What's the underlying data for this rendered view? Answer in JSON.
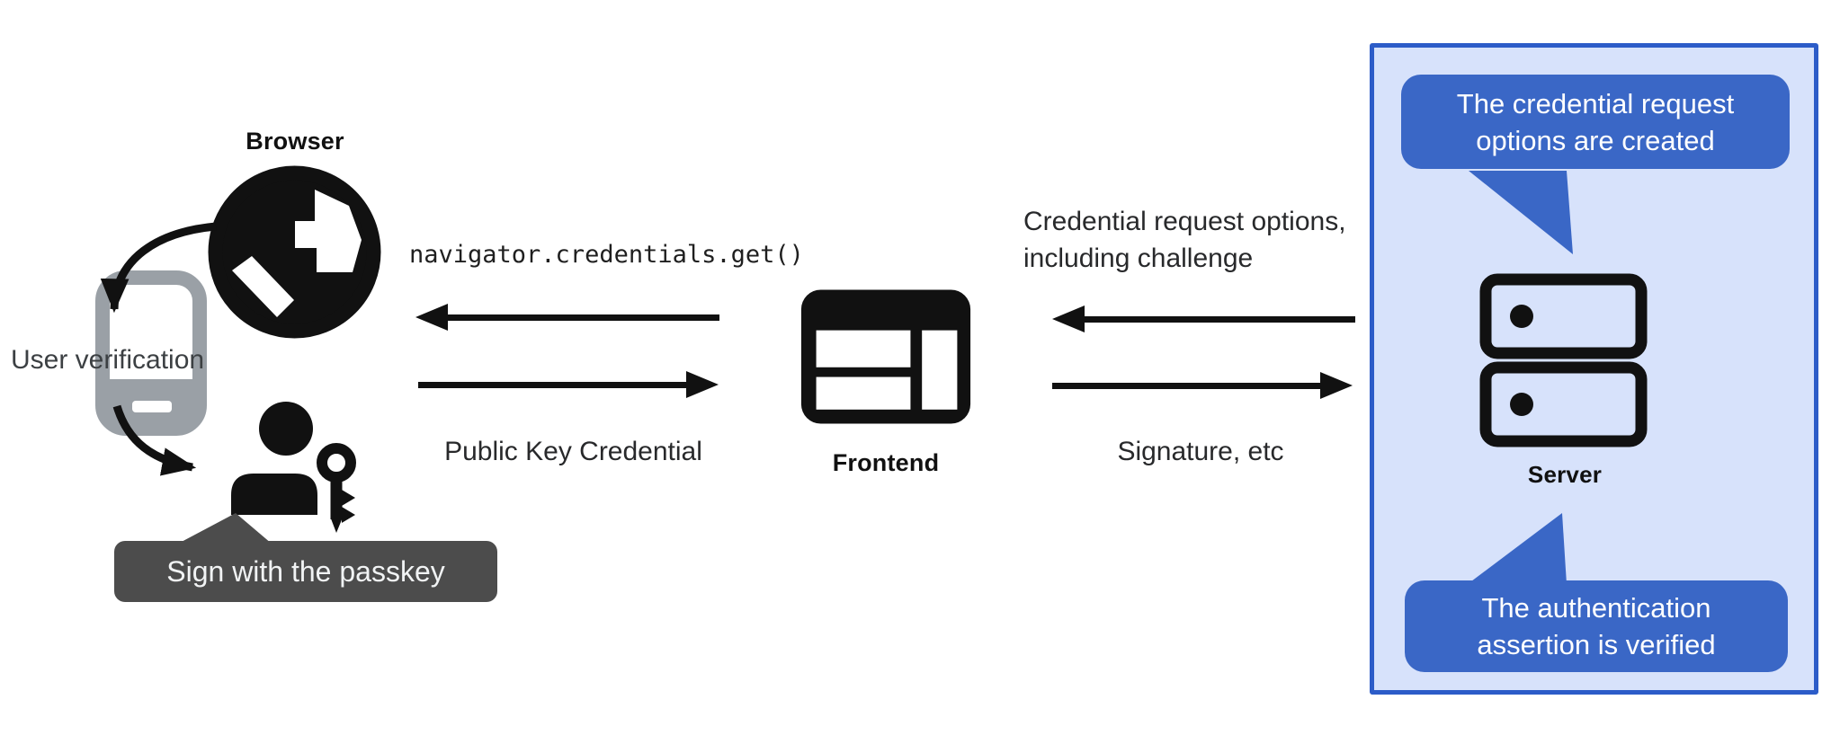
{
  "left": {
    "browser_label": "Browser",
    "user_verification_label": "User verification",
    "passkey_tooltip": "Sign with the passkey"
  },
  "center": {
    "api_call": "navigator.credentials.get()",
    "response_label": "Public Key Credential",
    "frontend_label": "Frontend"
  },
  "right": {
    "request_label_line1": "Credential request options,",
    "request_label_line2": "including challenge",
    "response_label": "Signature, etc",
    "server_label": "Server",
    "bubble_top": {
      "line1": "The credential request",
      "line2": "options are created"
    },
    "bubble_bottom": {
      "line1": "The authentication",
      "line2": "assertion is verified"
    }
  },
  "icons": {
    "browser": "globe-icon",
    "verification_device": "smartphone-icon",
    "user": "person-icon",
    "passkey": "key-icon",
    "frontend": "browser-window-icon",
    "server": "server-stack-icon"
  },
  "colors": {
    "bubble_blue": "#3a67c6",
    "panel_border_blue": "#2c5cc8",
    "panel_fill_blue": "#d7e2fb",
    "tooltip_gray": "#4c4c4c",
    "icon_black": "#111111",
    "phone_gray": "#9aa0a6"
  }
}
